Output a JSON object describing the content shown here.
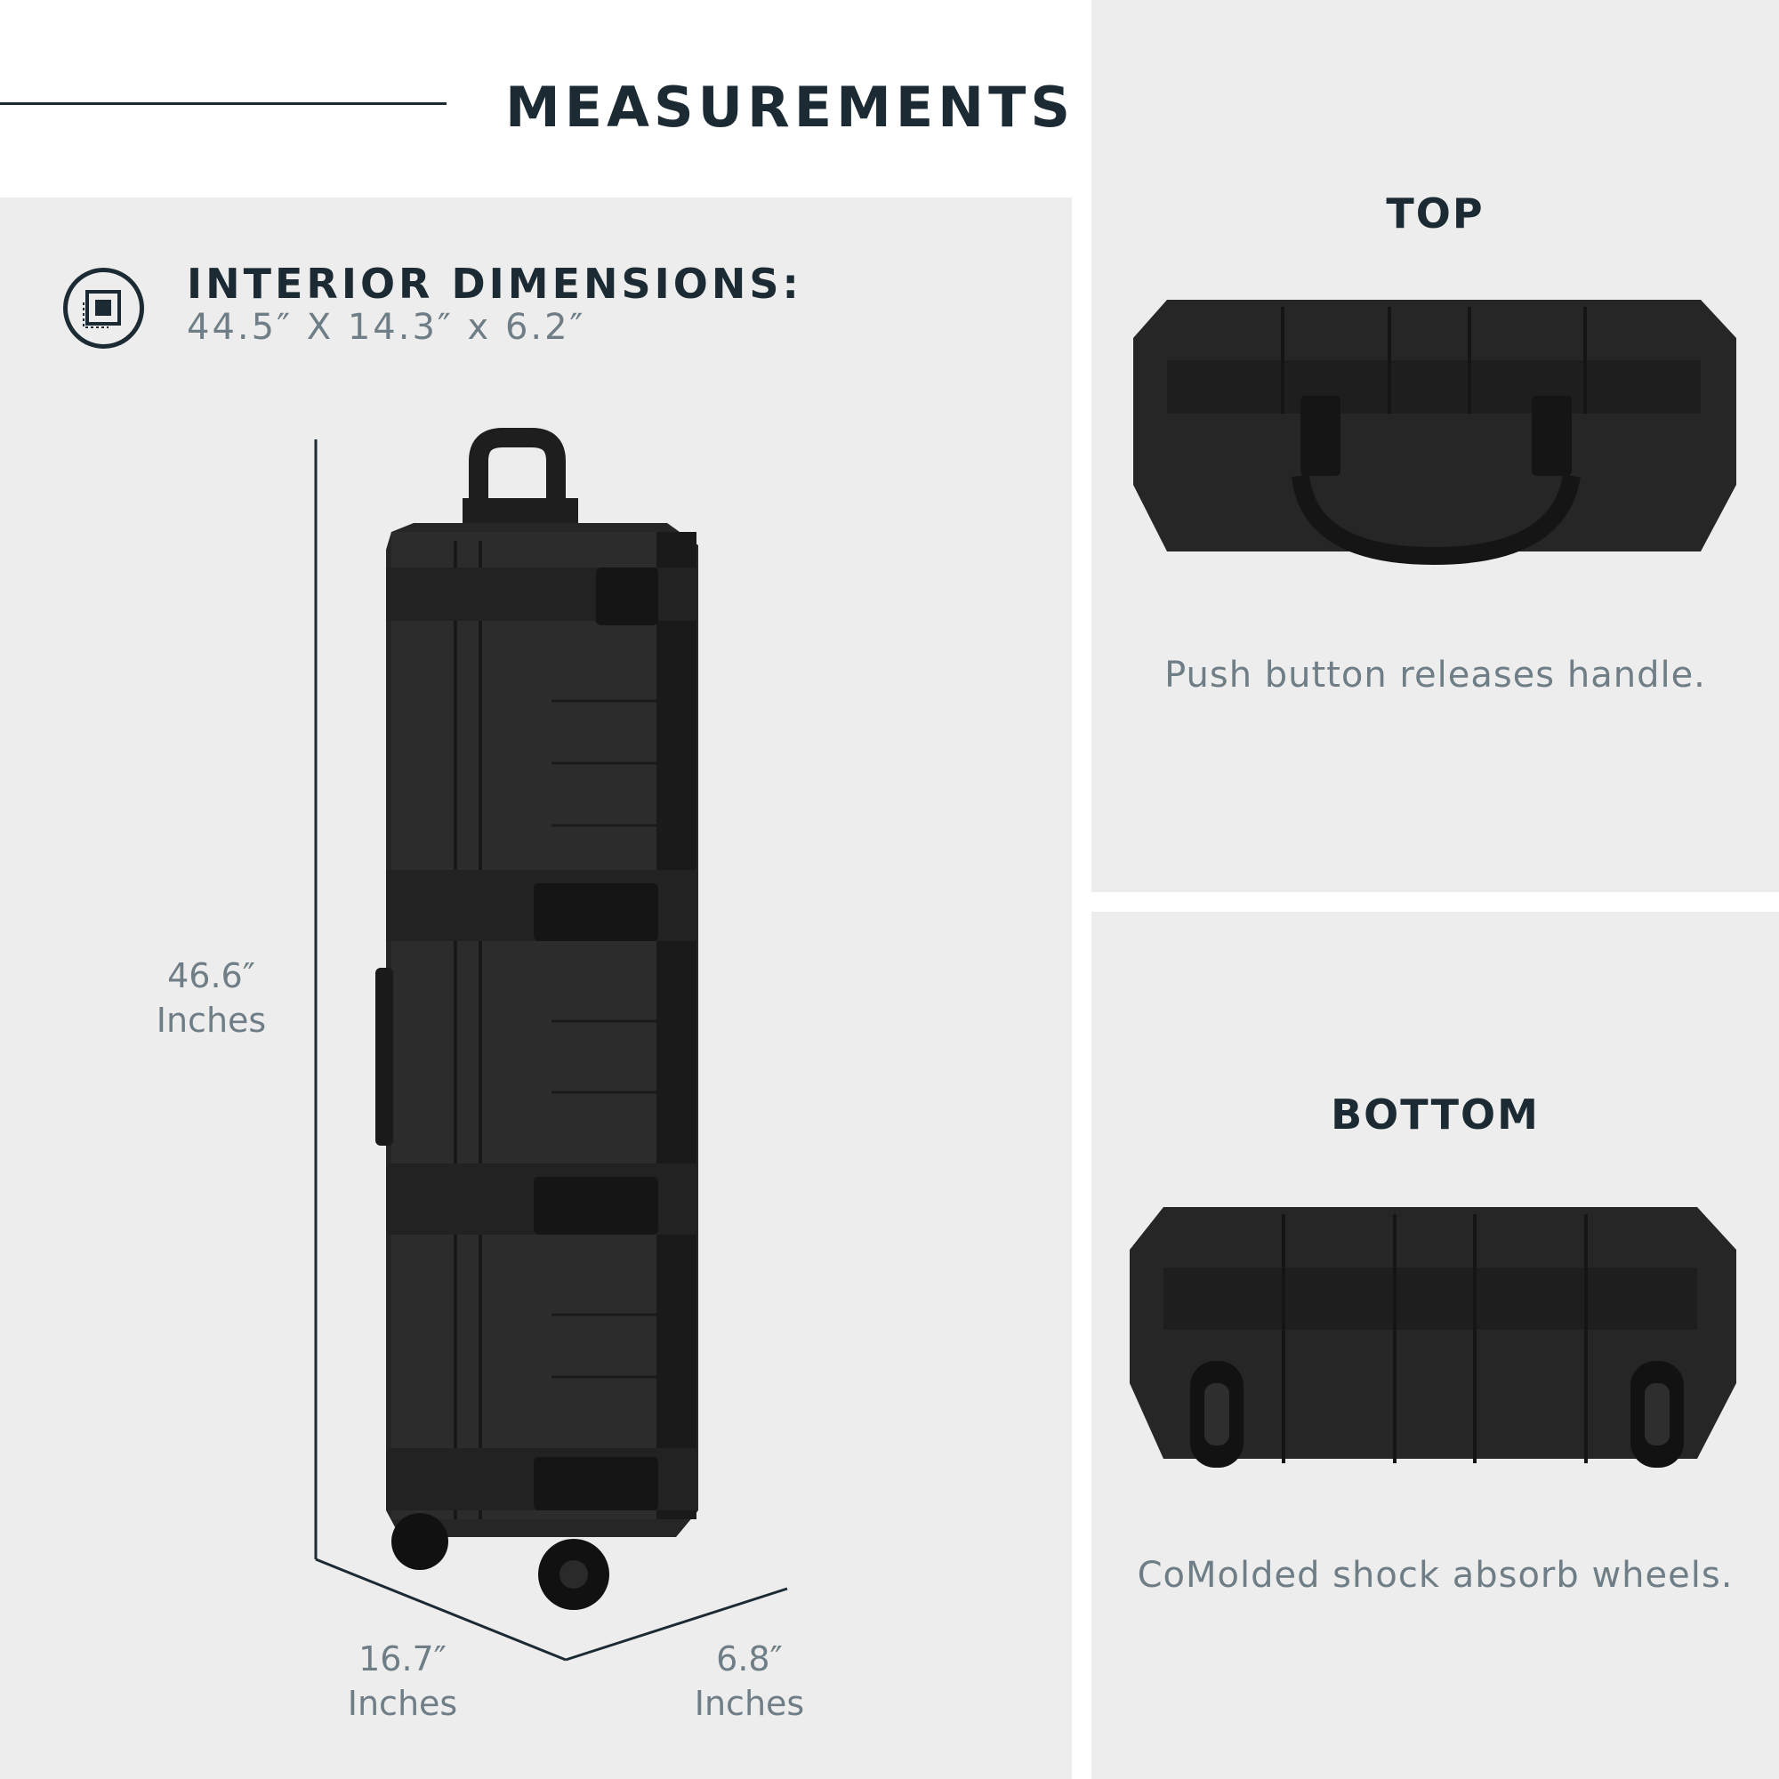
{
  "header": {
    "title": "MEASUREMENTS"
  },
  "interior": {
    "icon": "dimensions-icon",
    "title": "INTERIOR DIMENSIONS:",
    "value": "44.5″ X 14.3″ x 6.2″"
  },
  "measurements": {
    "height": {
      "value": "46.6″",
      "unit": "Inches"
    },
    "width": {
      "value": "16.7″",
      "unit": "Inches"
    },
    "depth": {
      "value": "6.8″",
      "unit": "Inches"
    }
  },
  "top_view": {
    "title": "TOP",
    "caption": "Push button releases handle."
  },
  "bottom_view": {
    "title": "BOTTOM",
    "caption": "CoMolded shock absorb wheels."
  },
  "colors": {
    "heading": "#1c2b33",
    "muted_text": "#6f7e86",
    "panel_bg": "#ededed",
    "case_black": "#1e1e1e"
  }
}
